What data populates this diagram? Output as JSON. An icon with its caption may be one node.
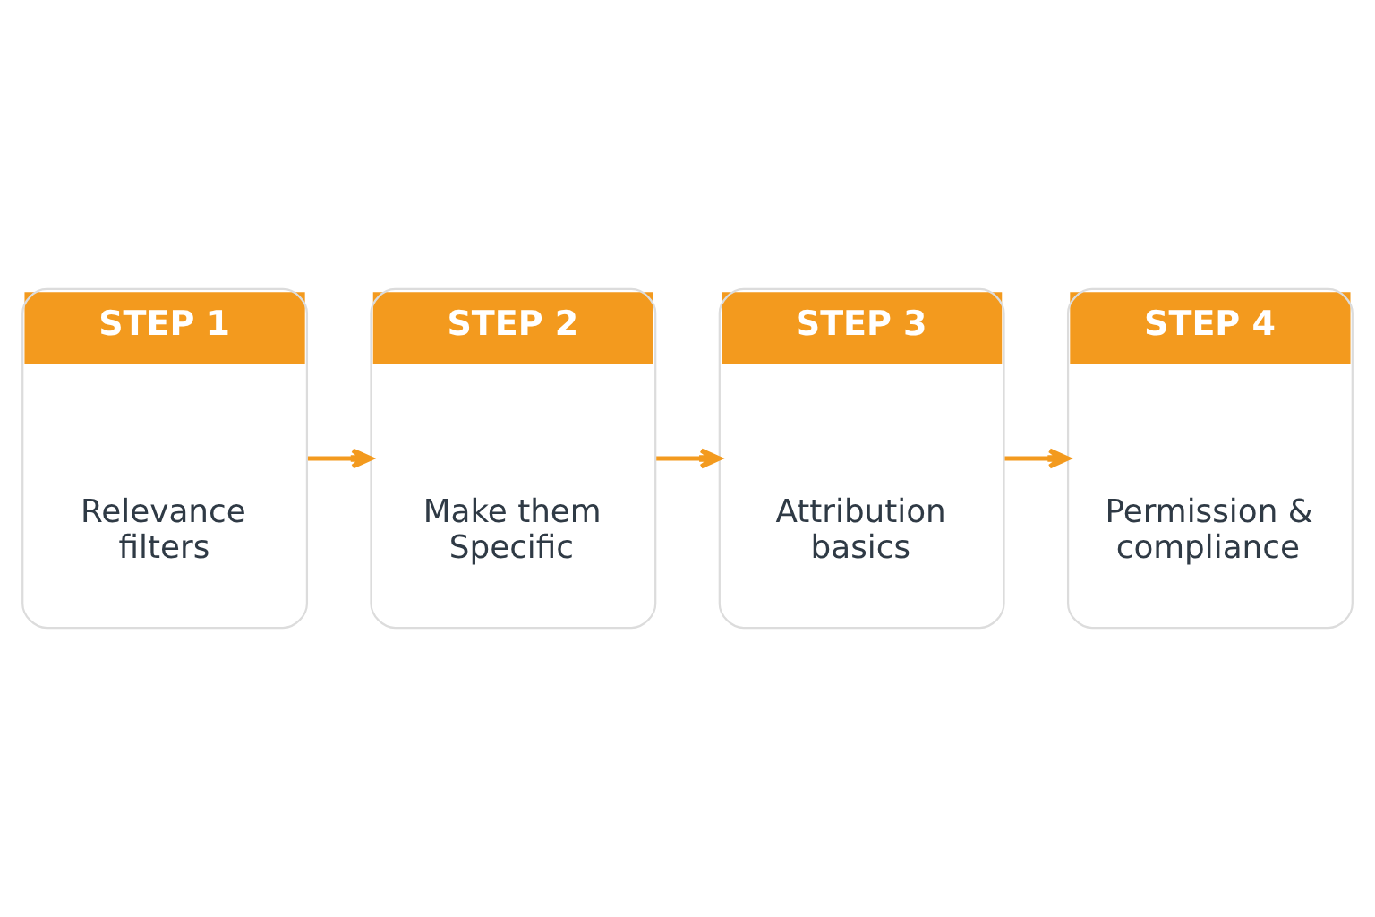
{
  "diagram": {
    "nodes": [
      {
        "text": [
          "STEP 1",
          "Relevance filters"
        ]
      },
      {
        "text": [
          "STEP 2",
          "Make them Specific"
        ]
      },
      {
        "text": [
          "STEP 3",
          "Attribution basics"
        ]
      },
      {
        "text": [
          "STEP 4",
          "Permission & compliance"
        ]
      }
    ],
    "edges": [
      {
        "from": 0,
        "to": 1,
        "arrow": "to"
      },
      {
        "from": 1,
        "to": 2,
        "arrow": "to"
      },
      {
        "from": 2,
        "to": 3,
        "arrow": "to"
      }
    ]
  }
}
